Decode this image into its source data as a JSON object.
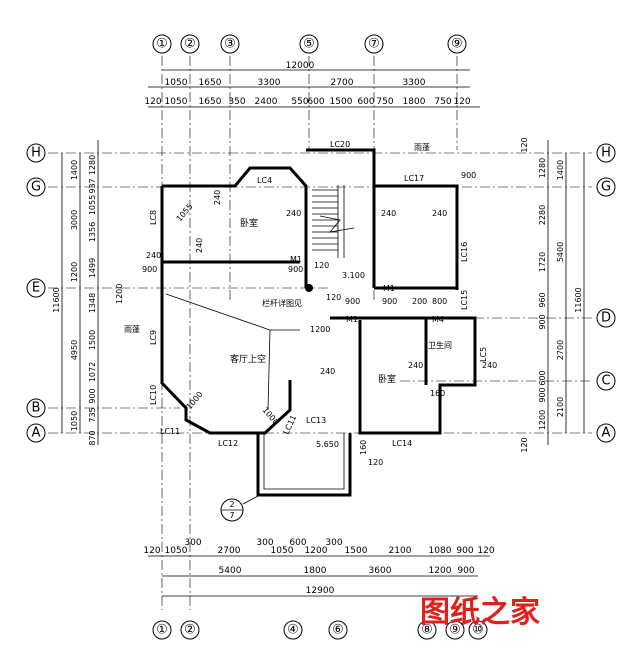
{
  "top_axes": [
    "①",
    "②",
    "③",
    "⑤",
    "⑦",
    "⑨"
  ],
  "bottom_axes": [
    "①",
    "②",
    "④",
    "⑥",
    "⑧",
    "⑨",
    "⑩"
  ],
  "left_axes": [
    "H",
    "G",
    "E",
    "B",
    "A"
  ],
  "right_axes": [
    "H",
    "G",
    "D",
    "C",
    "A"
  ],
  "dims": {
    "top_total": "12000",
    "top_row1": [
      "1050",
      "1650",
      "3300",
      "2700",
      "3300"
    ],
    "top_row2": [
      "120",
      "1050",
      "1650",
      "350",
      "2400",
      "550",
      "600",
      "1500",
      "600",
      "750",
      "1800",
      "750",
      "120"
    ],
    "bottom_row1": [
      "120",
      "1050",
      "300",
      "2700",
      "300",
      "1050",
      "600",
      "1200",
      "300",
      "1500",
      "2100",
      "1080",
      "900",
      "120"
    ],
    "bottom_row2": [
      "5400",
      "1800",
      "3600",
      "1200",
      "900"
    ],
    "bottom_total": "12900",
    "left_total": "11600",
    "left_row1": [
      "1400",
      "3000",
      "1200",
      "4950",
      "1050"
    ],
    "left_row2": [
      "1280",
      "937",
      "1055",
      "1356",
      "1499",
      "1348",
      "1500",
      "1072",
      "900",
      "735",
      "870"
    ],
    "right_total": "11600",
    "right_row1": [
      "120",
      "1400",
      "5400",
      "2700",
      "2100",
      "120"
    ],
    "right_row2": [
      "1280",
      "2280",
      "1720",
      "960",
      "900",
      "600",
      "900",
      "1200"
    ]
  },
  "rooms": {
    "bedroom1": "卧室",
    "bedroom2": "卧室",
    "bathroom": "卫生间",
    "living_void": "客厅上空",
    "rail_note": "栏杆详图见"
  },
  "labels": {
    "lc20": "LC20",
    "lc4": "LC4",
    "lc17": "LC17",
    "lc8": "LC8",
    "lc16": "LC16",
    "lc15": "LC15",
    "lc9": "LC9",
    "lc10": "LC10",
    "lc11": "LC11",
    "lc12": "LC12",
    "lc11b": "LC11",
    "lc13": "LC13",
    "lc14": "LC14",
    "lc5": "LC5",
    "m1a": "M1",
    "m1b": "M1",
    "m1c": "M1",
    "m4": "M4",
    "canopy1": "雨蓬",
    "canopy2": "雨蓬",
    "elev1": "3.100",
    "elev2": "5.650",
    "d1055": "1055",
    "d1000a": "1000",
    "d1000b": "1000",
    "d240_1": "240",
    "d240_2": "240",
    "d240_3": "240",
    "d240_4": "240",
    "d240_5": "240",
    "d240_6": "240",
    "d240_7": "240",
    "d240_8": "240",
    "d240_9": "240",
    "d900a": "900",
    "d900b": "900",
    "d900c": "900",
    "d900d": "900",
    "d900e": "900",
    "d1200a": "1200",
    "d1200b": "1200",
    "d120a": "120",
    "d120b": "120",
    "d120c": "120",
    "d160a": "160",
    "d160b": "160",
    "d200": "200",
    "d800": "800",
    "detail_ref_top": "2",
    "detail_ref_bot": "7"
  },
  "watermark": "图纸之家"
}
